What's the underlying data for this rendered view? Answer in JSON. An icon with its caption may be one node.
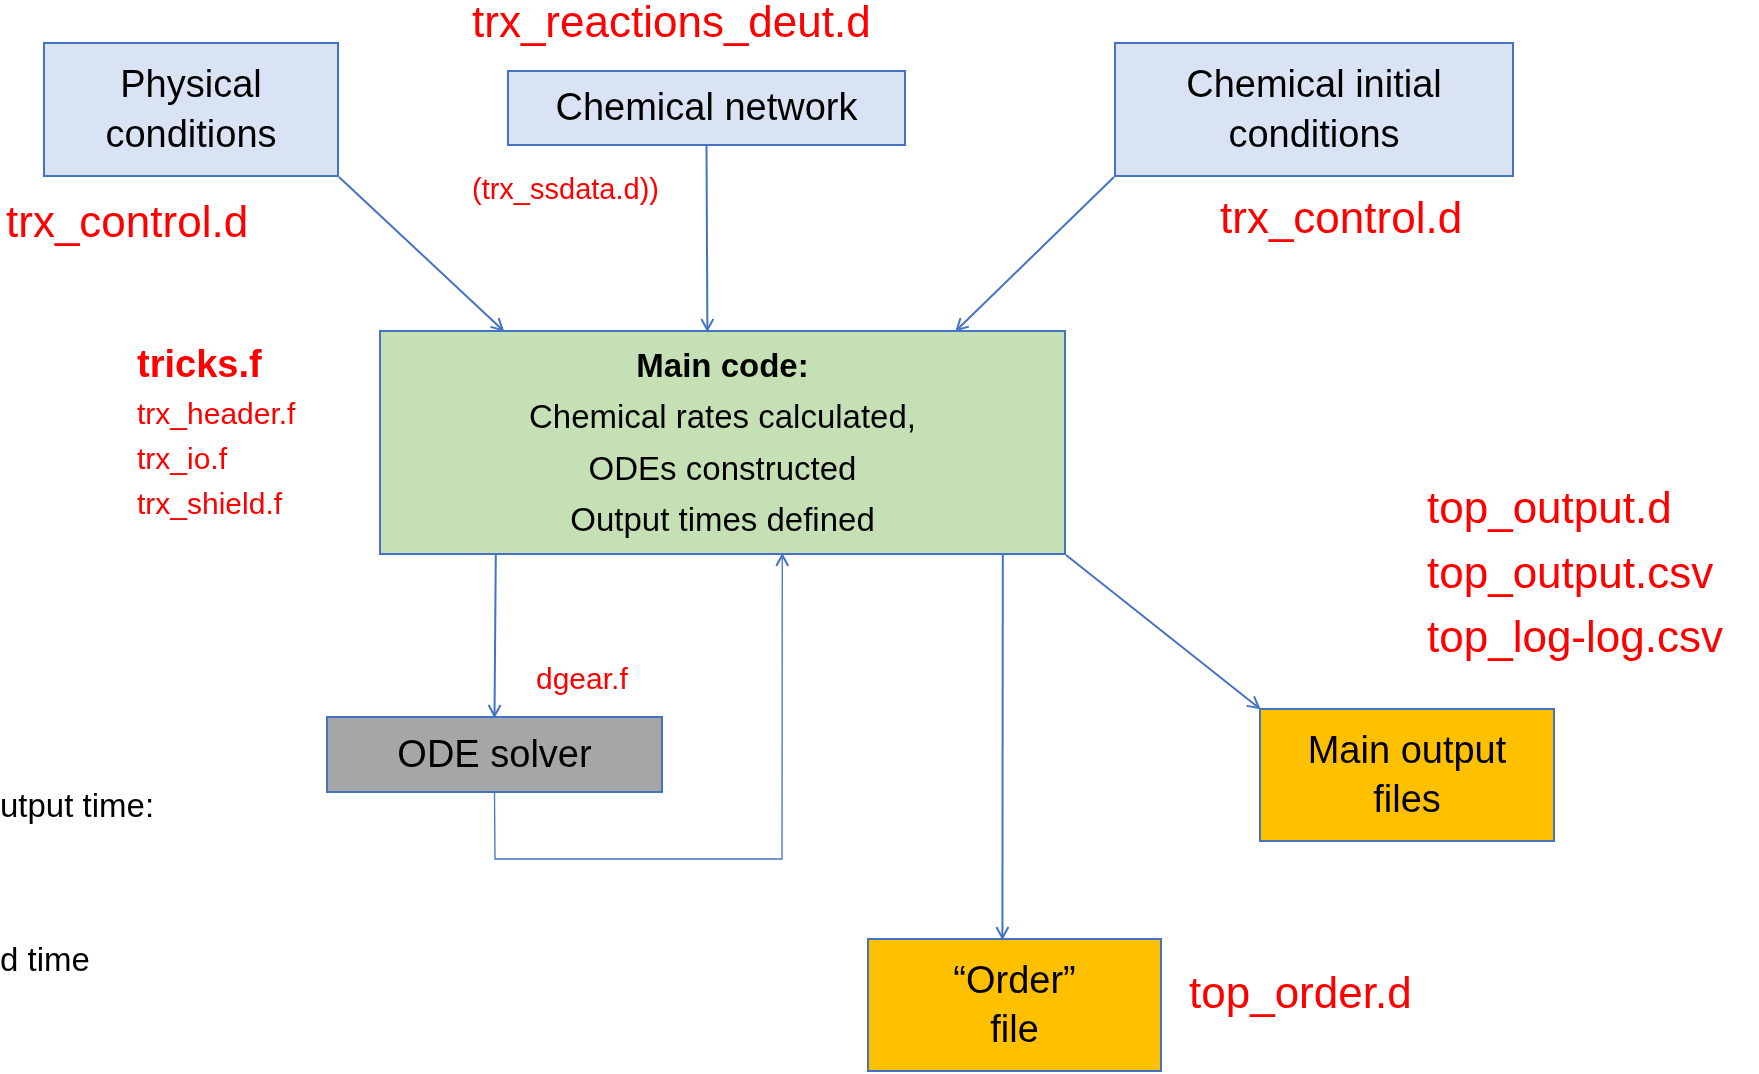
{
  "diagram": {
    "nodes": [
      {
        "text": [
          "Physical conditions"
        ]
      },
      {
        "text": [
          "Chemical network"
        ]
      },
      {
        "text": [
          "Chemical initial conditions"
        ]
      },
      {
        "text": [
          "Main code:",
          "Chemical rates calculated,",
          "ODEs constructed",
          "Output times defined"
        ]
      },
      {
        "text": [
          "ODE solver"
        ]
      },
      {
        "text": [
          "Main output files"
        ]
      },
      {
        "text": [
          "“Order” file"
        ]
      }
    ],
    "edges": [
      {
        "from": 0,
        "to": 3,
        "arrow": "to"
      },
      {
        "from": 1,
        "to": 3,
        "arrow": "to"
      },
      {
        "from": 2,
        "to": 3,
        "arrow": "to"
      },
      {
        "from": 3,
        "to": 4,
        "arrow": "to"
      },
      {
        "from": 4,
        "to": 3,
        "arrow": "to"
      },
      {
        "from": 3,
        "to": 6,
        "arrow": "to"
      },
      {
        "from": 3,
        "to": 5,
        "arrow": "to"
      }
    ],
    "labels": [
      "trx_reactions_deut.d",
      "(trx_ssdata.d))",
      "trx_control.d",
      "trx_control.d",
      "tricks.f",
      "trx_header.f",
      "trx_io.f",
      "trx_shield.f",
      "top_output.d",
      "top_output.csv",
      "top_log-log.csv",
      "dgear.f",
      "utput time:",
      "d time",
      "top_order.d"
    ]
  }
}
